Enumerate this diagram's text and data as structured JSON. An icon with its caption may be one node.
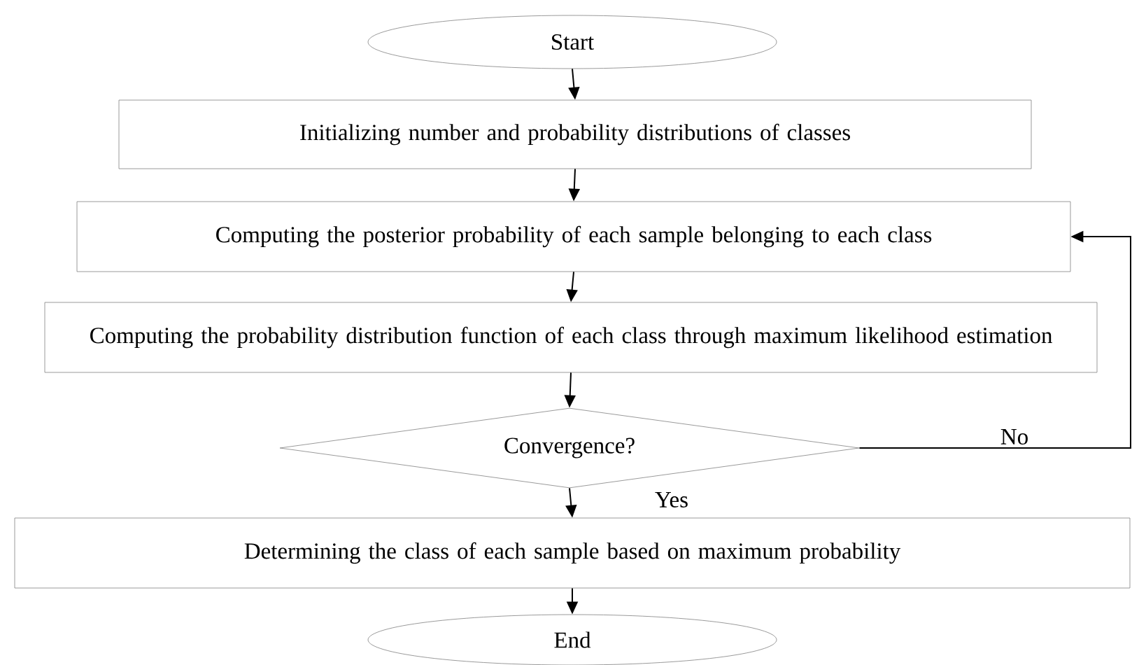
{
  "diagram": {
    "nodes": [
      {
        "text": [
          "Start"
        ]
      },
      {
        "text": [
          "Initializing number and probability distributions of classes"
        ]
      },
      {
        "text": [
          "Computing the posterior probability of each sample belonging to each class"
        ]
      },
      {
        "text": [
          "Computing the probability distribution function of each class through maximum likelihood estimation"
        ]
      },
      {
        "text": [
          "Convergence?"
        ]
      },
      {
        "text": [
          "Determining the class of each sample based on maximum probability"
        ]
      },
      {
        "text": [
          "End"
        ]
      }
    ],
    "edges": [
      {
        "from": 0,
        "to": 1,
        "arrow": "to"
      },
      {
        "from": 1,
        "to": 2,
        "arrow": "to"
      },
      {
        "from": 2,
        "to": 3,
        "arrow": "to"
      },
      {
        "from": 3,
        "to": 4,
        "arrow": "to"
      },
      {
        "from": 4,
        "to": 5,
        "arrow": "to",
        "label": "Yes"
      },
      {
        "from": 4,
        "to": 2,
        "arrow": "to",
        "label": "No"
      },
      {
        "from": 5,
        "to": 6,
        "arrow": "to"
      }
    ]
  }
}
